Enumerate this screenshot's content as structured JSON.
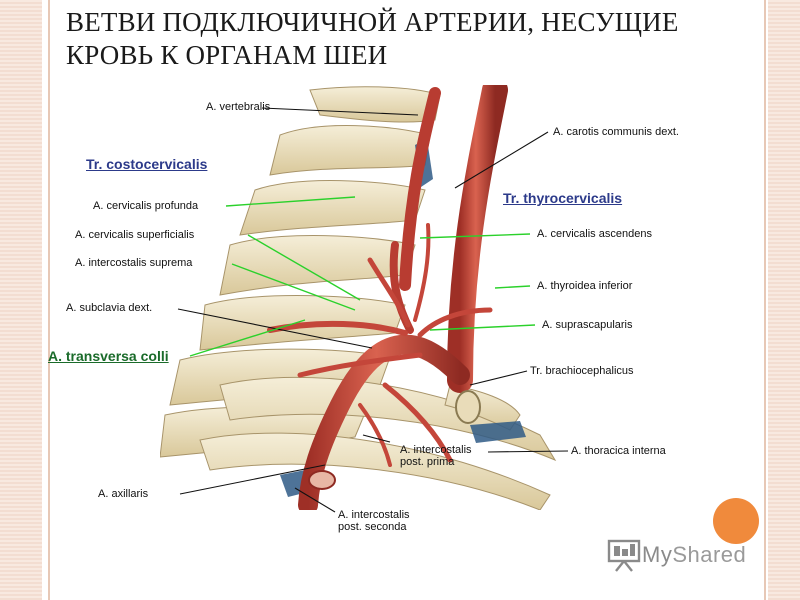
{
  "slide": {
    "title_line1": "ВЕТВИ ПОДКЛЮЧИЧНОЙ АРТЕРИИ, НЕСУЩИЕ",
    "title_line2": "КРОВЬ К ОРГАНАМ ШЕИ"
  },
  "labels": {
    "vertebralis": "A. vertebralis",
    "carotis": "A. carotis communis dext.",
    "costocervicalis": "Tr. costocervicalis",
    "thyrocervicalis": "Tr. thyrocervicalis",
    "cervicalis_profunda": "A. cervicalis profunda",
    "cervicalis_superficialis": "A. cervicalis superficialis",
    "cervicalis_ascendens": "A. cervicalis ascendens",
    "intercostalis_suprema": "A. intercostalis suprema",
    "thyroidea_inferior": "A. thyroidea inferior",
    "subclavia": "A. subclavia dext.",
    "suprascapularis": "A. suprascapularis",
    "transversa_colli": "A. transversa colli",
    "brachiocephalicus": "Tr. brachiocephalicus",
    "intercostalis_prima_1": "A. intercostalis",
    "intercostalis_prima_2": "post. prima",
    "thoracica_interna": "A. thoracica interna",
    "axillaris": "A. axillaris",
    "intercostalis_seconda_1": "A. intercostalis",
    "intercostalis_seconda_2": "post. seconda"
  },
  "logo": {
    "text_a": "My",
    "text_b": "Shared"
  },
  "icons": {
    "logo_icon": "presentation-board-icon"
  },
  "colors": {
    "artery": "#c4463a",
    "bone": "#efe4c6",
    "leader_green": "#2bd12b",
    "accent_dot": "#f08a3c"
  }
}
